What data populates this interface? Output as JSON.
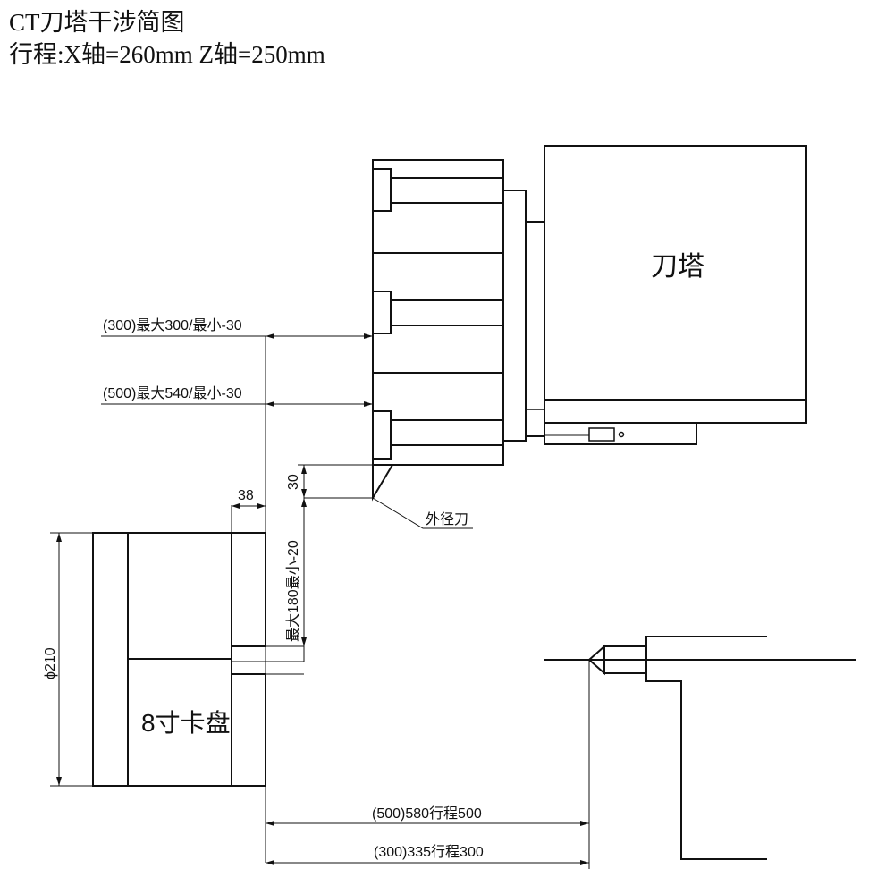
{
  "header": {
    "title": "CT刀塔干涉简图",
    "travel": "行程:X轴=260mm  Z轴=250mm"
  },
  "labels": {
    "turret": "刀塔",
    "chuck": "8寸卡盘",
    "od_tool": "外径刀",
    "dim_300": "(300)最大300/最小-30",
    "dim_500": "(500)最大540/最小-30",
    "dim_38": "38",
    "dim_30": "30",
    "dim_180": "最大180最小-20",
    "dim_phi210": "ϕ210",
    "dim_580": "(500)580行程500",
    "dim_335": "(300)335行程300"
  }
}
